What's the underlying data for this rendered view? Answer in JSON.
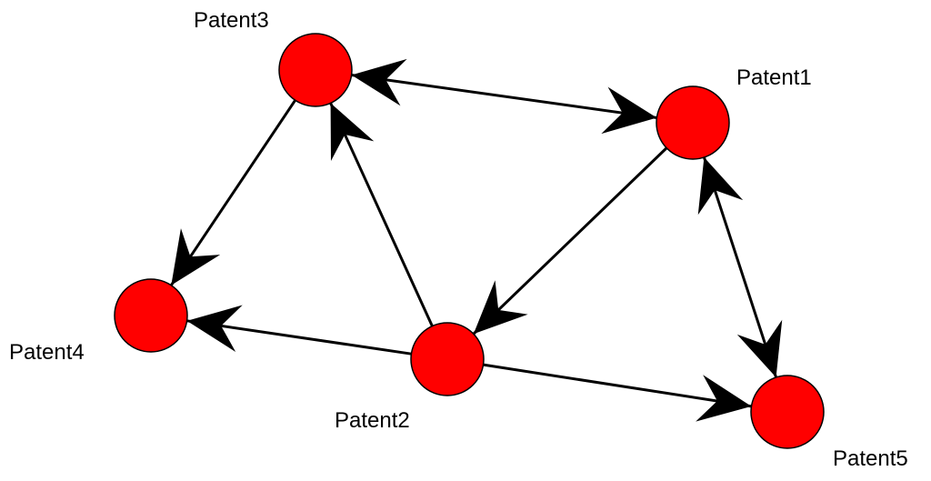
{
  "diagram": {
    "node_color": "#ff0000",
    "edge_color": "#000000",
    "nodes": [
      {
        "id": "patent1",
        "label": "Patent1"
      },
      {
        "id": "patent2",
        "label": "Patent2"
      },
      {
        "id": "patent3",
        "label": "Patent3"
      },
      {
        "id": "patent4",
        "label": "Patent4"
      },
      {
        "id": "patent5",
        "label": "Patent5"
      }
    ],
    "edges": [
      {
        "from": "patent3",
        "to": "patent1",
        "bidirectional": true
      },
      {
        "from": "patent1",
        "to": "patent5",
        "bidirectional": true
      },
      {
        "from": "patent1",
        "to": "patent2",
        "bidirectional": false
      },
      {
        "from": "patent2",
        "to": "patent3",
        "bidirectional": false
      },
      {
        "from": "patent3",
        "to": "patent4",
        "bidirectional": false
      },
      {
        "from": "patent2",
        "to": "patent4",
        "bidirectional": false
      },
      {
        "from": "patent2",
        "to": "patent5",
        "bidirectional": false
      }
    ]
  }
}
